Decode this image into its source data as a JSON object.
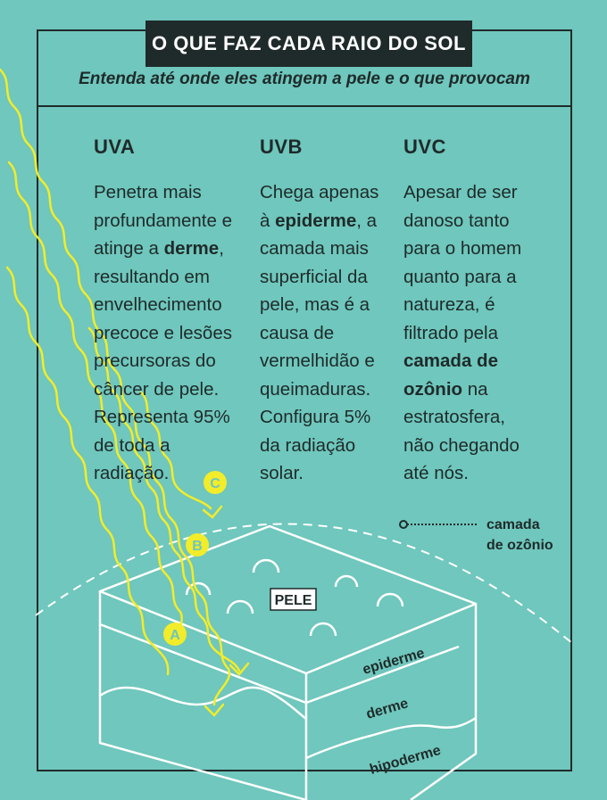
{
  "header": {
    "title": "O QUE FAZ CADA RAIO DO SOL",
    "subtitle": "Entenda até onde eles atingem a pele e o que provocam"
  },
  "columns": [
    {
      "heading": "UVA",
      "parts": [
        {
          "text": "Penetra mais profundamente e atinge a ",
          "bold": false
        },
        {
          "text": "derme",
          "bold": true
        },
        {
          "text": ", resultando em envelhecimento precoce e lesões precursoras do câncer de pele. Representa 95% de toda a radiação.",
          "bold": false
        }
      ]
    },
    {
      "heading": "UVB",
      "parts": [
        {
          "text": "Chega apenas à ",
          "bold": false
        },
        {
          "text": "epiderme",
          "bold": true
        },
        {
          "text": ", a camada mais superficial da pele, mas é a causa de vermelhidão e queimaduras. Configura 5% da radiação solar.",
          "bold": false
        }
      ]
    },
    {
      "heading": "UVC",
      "parts": [
        {
          "text": "Apesar de ser danoso tanto para o homem quanto para a natureza, é filtrado pela ",
          "bold": false
        },
        {
          "text": "camada de ozônio",
          "bold": true
        },
        {
          "text": " na estratosfera, não chegando até nós.",
          "bold": false
        }
      ]
    }
  ],
  "diagram": {
    "ozone_label_line1": "camada",
    "ozone_label_line2": "de ozônio",
    "skin_label": "PELE",
    "layers": {
      "epiderme": "epiderme",
      "derme": "derme",
      "hipoderme": "hipoderme"
    },
    "ray_markers": {
      "a": "A",
      "b": "B",
      "c": "C"
    }
  },
  "colors": {
    "background": "#6fc7bd",
    "ink": "#1f2a2a",
    "ray": "#f2ec2a",
    "white": "#ffffff"
  }
}
